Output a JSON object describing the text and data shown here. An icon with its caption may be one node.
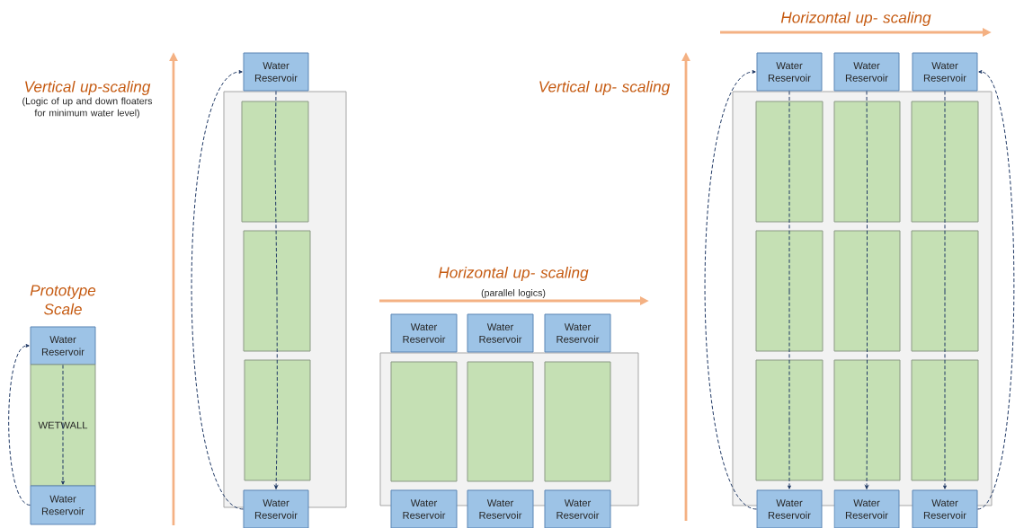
{
  "diagram": {
    "nodes": [
      {
        "text": [
          "Water Reservoir"
        ]
      },
      {
        "text": [
          "WETWALL"
        ]
      },
      {
        "text": [
          "Water Reservoir"
        ]
      },
      {
        "text": [],
        "shape": "box"
      },
      {
        "text": [
          "Water Reservoir"
        ]
      },
      {
        "text": [],
        "shape": "box",
        "in": 3
      },
      {
        "text": [],
        "shape": "box",
        "in": 3
      },
      {
        "text": [],
        "shape": "box",
        "in": 3
      },
      {
        "text": [
          "Water Reservoir"
        ]
      },
      {
        "text": [],
        "shape": "box"
      },
      {
        "text": [
          "Water Reservoir"
        ]
      },
      {
        "text": [
          "Water Reservoir"
        ]
      },
      {
        "text": [
          "Water Reservoir"
        ]
      },
      {
        "text": [],
        "shape": "box",
        "in": 9
      },
      {
        "text": [],
        "shape": "box",
        "in": 9
      },
      {
        "text": [],
        "shape": "box",
        "in": 9
      },
      {
        "text": [
          "Water Reservoir"
        ]
      },
      {
        "text": [
          "Water Reservoir"
        ]
      },
      {
        "text": [
          "Water Reservoir"
        ]
      },
      {
        "text": [],
        "shape": "box"
      },
      {
        "text": [
          "Water Reservoir"
        ]
      },
      {
        "text": [
          "Water Reservoir"
        ]
      },
      {
        "text": [
          "Water Reservoir"
        ]
      },
      {
        "text": [],
        "shape": "box",
        "in": 19
      },
      {
        "text": [],
        "shape": "box",
        "in": 19
      },
      {
        "text": [],
        "shape": "box",
        "in": 19
      },
      {
        "text": [],
        "shape": "box",
        "in": 19
      },
      {
        "text": [],
        "shape": "box",
        "in": 19
      },
      {
        "text": [],
        "shape": "box",
        "in": 19
      },
      {
        "text": [],
        "shape": "box",
        "in": 19
      },
      {
        "text": [],
        "shape": "box",
        "in": 19
      },
      {
        "text": [],
        "shape": "box",
        "in": 19
      },
      {
        "text": [
          "Water Reservoir"
        ]
      },
      {
        "text": [
          "Water Reservoir"
        ]
      },
      {
        "text": [
          "Water Reservoir"
        ]
      }
    ],
    "edges": [
      {
        "from": 0,
        "to": 1,
        "arrow": "none",
        "style": "dashed"
      },
      {
        "from": 1,
        "to": 2,
        "arrow": "to",
        "style": "dashed"
      },
      {
        "from": 2,
        "to": 0,
        "arrow": "to",
        "style": "dashed"
      },
      {
        "from": 4,
        "to": 5,
        "arrow": "none",
        "style": "dashed"
      },
      {
        "from": 5,
        "to": 6,
        "arrow": "none",
        "style": "dashed"
      },
      {
        "from": 6,
        "to": 7,
        "arrow": "none",
        "style": "dashed"
      },
      {
        "from": 7,
        "to": 8,
        "arrow": "to",
        "style": "dashed"
      },
      {
        "from": 8,
        "to": 4,
        "arrow": "to",
        "style": "dashed"
      },
      {
        "from": 20,
        "to": 23,
        "arrow": "none",
        "style": "dashed"
      },
      {
        "from": 23,
        "to": 26,
        "arrow": "none",
        "style": "dashed"
      },
      {
        "from": 26,
        "to": 29,
        "arrow": "none",
        "style": "dashed"
      },
      {
        "from": 29,
        "to": 32,
        "arrow": "to",
        "style": "dashed"
      },
      {
        "from": 21,
        "to": 24,
        "arrow": "none",
        "style": "dashed"
      },
      {
        "from": 24,
        "to": 27,
        "arrow": "none",
        "style": "dashed"
      },
      {
        "from": 27,
        "to": 30,
        "arrow": "none",
        "style": "dashed"
      },
      {
        "from": 30,
        "to": 33,
        "arrow": "to",
        "style": "dashed"
      },
      {
        "from": 22,
        "to": 25,
        "arrow": "none",
        "style": "dashed"
      },
      {
        "from": 25,
        "to": 28,
        "arrow": "none",
        "style": "dashed"
      },
      {
        "from": 28,
        "to": 31,
        "arrow": "none",
        "style": "dashed"
      },
      {
        "from": 31,
        "to": 34,
        "arrow": "to",
        "style": "dashed"
      },
      {
        "from": 32,
        "to": 20,
        "arrow": "to",
        "style": "dashed"
      },
      {
        "from": 34,
        "to": 22,
        "arrow": "to",
        "style": "dashed"
      }
    ],
    "labels": [
      "Horizontal up- scaling",
      "Vertical up-scaling",
      "(Logic of up and down floaters for minimum water level)",
      "Vertical up- scaling",
      "Horizontal up- scaling",
      "(parallel logics)",
      "Prototype Scale"
    ]
  }
}
